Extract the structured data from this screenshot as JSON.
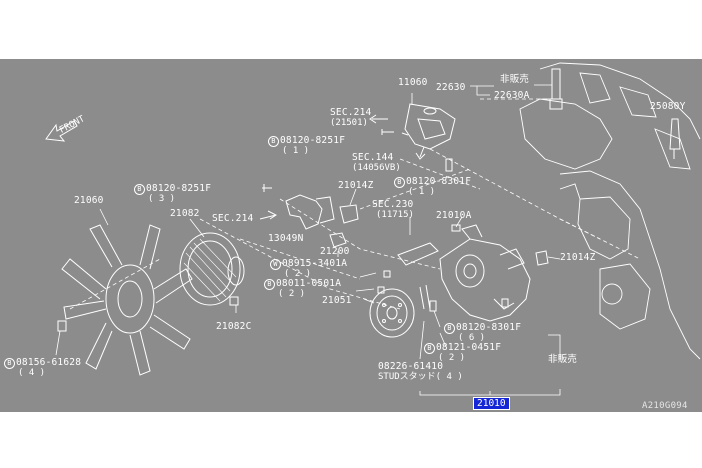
{
  "diagram": {
    "front_label": "FRONT",
    "image_code": "A210G094",
    "highlight_part": "21010",
    "labels": {
      "p11060": "11060",
      "p22630": "22630",
      "hihanbai1": "非販売",
      "p22630A": "22630A",
      "p25080Y": "25080Y",
      "sec214a": "SEC.214",
      "sec214a_sub": "(21501)",
      "b08120_8251F_a": "08120-8251F",
      "b08120_8251F_a_q": "( 1 )",
      "sec144": "SEC.144",
      "sec144_sub": "(14056VB)",
      "b08120_8301F_a": "08120-8301F",
      "b08120_8301F_a_q": "( 1 )",
      "b08120_8251F_b": "08120-8251F",
      "b08120_8251F_b_q": "( 3 )",
      "p21014Z_a": "21014Z",
      "p21060": "21060",
      "p21082": "21082",
      "sec214b": "SEC.214",
      "sec230": "SEC.230",
      "sec230_sub": "(11715)",
      "p21010A": "21010A",
      "p13049N": "13049N",
      "p21200": "21200",
      "p21014Z_b": "21014Z",
      "w08915": "08915-3401A",
      "w08915_q": "( 2 )",
      "b08011": "08011-0501A",
      "b08011_q": "( 2 )",
      "p21051": "21051",
      "p21082C": "21082C",
      "b08120_8301F_b": "08120-8301F",
      "b08120_8301F_b_q": "( 6 )",
      "b08121": "08121-0451F",
      "b08121_q": "( 2 )",
      "hihanbai2": "非販売",
      "b08156": "08156-61628",
      "b08156_q": "( 4 )",
      "stud_no": "08226-61410",
      "stud": "STUDスタッド( 4 )"
    },
    "circle_b": "B",
    "circle_w": "W"
  }
}
